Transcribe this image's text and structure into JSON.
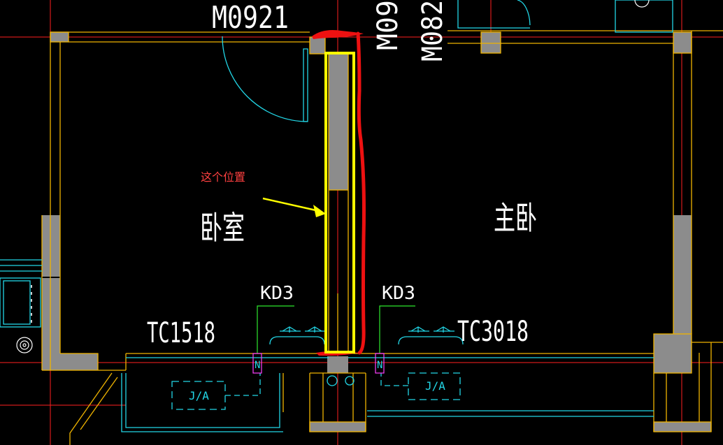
{
  "labels": {
    "door_top": "M0921",
    "door_vertical_1": "M09",
    "door_vertical_2": "M082",
    "room_left": "卧室",
    "room_right": "主卧",
    "annotation": "这个位置",
    "kd_left": "KD3",
    "kd_right": "KD3",
    "window_left": "TC1518",
    "window_right": "TC3018",
    "ac_left": "J/A",
    "ac_right": "J/A",
    "mark_left": "N",
    "mark_right": "N"
  },
  "colors": {
    "background": "#000000",
    "wall_line": "#f0b400",
    "wall_fill": "#8c8c8c",
    "axis": "#ff2020",
    "cyan": "#22d6e6",
    "green": "#2ee82e",
    "magenta": "#ff40ff",
    "text": "#ffffff",
    "highlight_box": "#ffff00",
    "markup_red": "#ee1111",
    "annotation_text": "#ff4040"
  }
}
